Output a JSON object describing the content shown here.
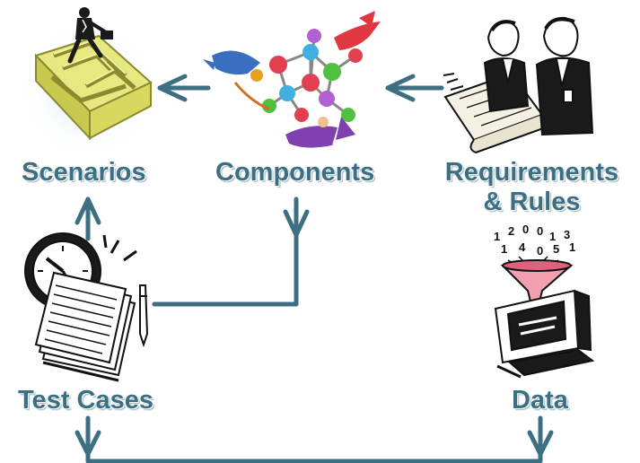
{
  "colors": {
    "connector": "#3d6f82",
    "label": "#3d6f82"
  },
  "nodes": {
    "scenarios": {
      "label": "Scenarios",
      "icon": "maze-businessman-icon"
    },
    "components": {
      "label": "Components",
      "icon": "molecule-icon"
    },
    "requirements": {
      "label_line1": "Requirements",
      "label_line2": "& Rules",
      "icon": "businessmen-document-icon"
    },
    "test_cases": {
      "label": "Test Cases",
      "icon": "clock-papers-icon"
    },
    "data": {
      "label": "Data",
      "icon": "computer-funnel-icon"
    }
  }
}
